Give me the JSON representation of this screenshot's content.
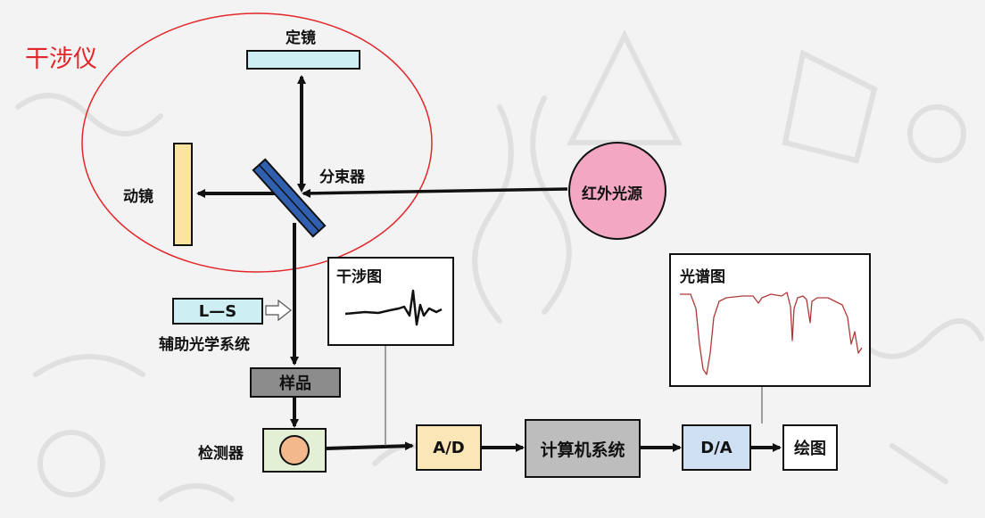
{
  "title": "干涉仪",
  "labels": {
    "fixed_mirror": "定镜",
    "moving_mirror": "动镜",
    "beam_splitter": "分束器",
    "ir_source": "红外光源",
    "ls_box": "L—S",
    "aux_optics": "辅助光学系统",
    "sample": "样品",
    "detector": "检测器",
    "interferogram": "干涉图",
    "ad": "A/D",
    "computer": "计算机系统",
    "da": "D/A",
    "spectrum": "光谱图",
    "plot": "绘图"
  },
  "colors": {
    "fixed_mirror": "#cdeef2",
    "moving_mirror": "#fbe3a0",
    "beam_splitter": "#2f5fae",
    "ir_source": "#f4a7c2",
    "ls_box": "#cdeef2",
    "sample": "#8c8c8c",
    "detector_box": "#e3f0d6",
    "detector_circle": "#f3b98d",
    "ad": "#fbe6b8",
    "computer": "#bdbdbd",
    "da": "#cfe0f3",
    "plot": "#ffffff",
    "interferometer_outline": "#e3262a",
    "spectrum_line": "#b03a3a"
  }
}
